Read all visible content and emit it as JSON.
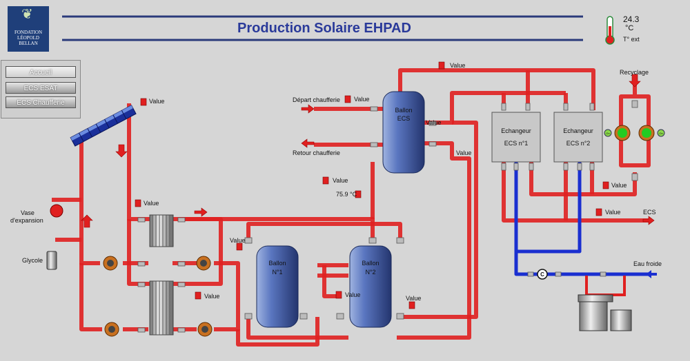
{
  "header": {
    "title": "Production Solaire EHPAD"
  },
  "logo": {
    "line1": "FONDATION",
    "line2": "LÉOPOLD",
    "line3": "BELLAN"
  },
  "nav": {
    "items": [
      {
        "label": "Accueil"
      },
      {
        "label": "ECS ESAT"
      },
      {
        "label": "ECS Chaufferie"
      }
    ]
  },
  "outdoor": {
    "temperature": "24.3",
    "unit": "°C",
    "label": "T° ext"
  },
  "labels": {
    "value": "Value",
    "depart": "Départ chaufferie",
    "retour": "Retour chaufferie",
    "recyclage": "Recyclage",
    "ecs": "ECS",
    "eau_froide": "Eau froide",
    "vase": "Vase",
    "expansion": "d'expansion",
    "glycole": "Glycole",
    "ballon_ecs_1": "Ballon",
    "ballon_ecs_2": "ECS",
    "ballon1_1": "Ballon",
    "ballon1_2": "N°1",
    "ballon2_1": "Ballon",
    "ballon2_2": "N°2",
    "ech1_1": "Echangeur",
    "ech1_2": "ECS n°1",
    "ech2_1": "Echangeur",
    "ech2_2": "ECS n°2",
    "temp_ballon": "75.9 °C",
    "counter": "C",
    "pump_on": "On"
  },
  "colors": {
    "hot": "#e02020",
    "cold": "#1a2fd0",
    "title": "#2a3a9a"
  }
}
